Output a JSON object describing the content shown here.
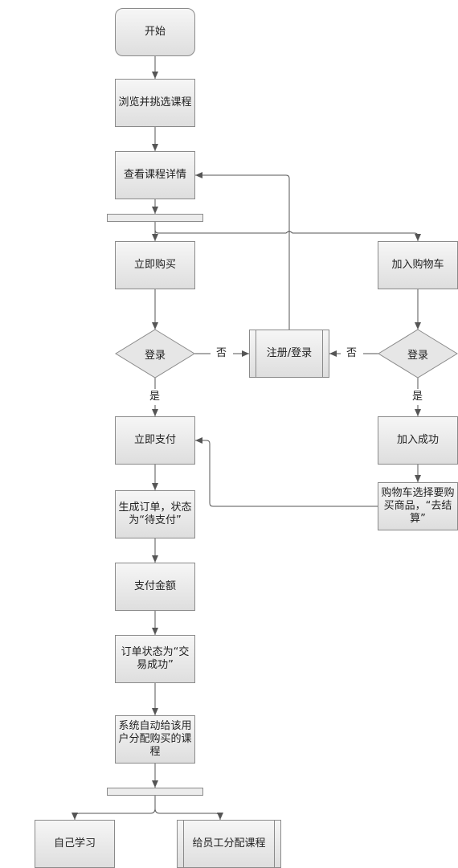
{
  "nodes": {
    "start": "开始",
    "browse": "浏览并挑选课程",
    "details": "查看课程详情",
    "buy_now": "立即购买",
    "add_cart": "加入购物车",
    "login_left": "登录",
    "register_login": "注册/登录",
    "login_right": "登录",
    "pay_now": "立即支付",
    "add_success": "加入成功",
    "cart_select": "购物车选择要购买商品，“去结算”",
    "create_order": "生成订单，状态为“待支付”",
    "pay_amount": "支付金额",
    "order_success": "订单状态为“交易成功”",
    "auto_assign": "系统自动给该用户分配购买的课程",
    "self_study": "自己学习",
    "assign_staff": "给员工分配课程"
  },
  "edge_labels": {
    "left_no": "否",
    "right_no": "否",
    "left_yes": "是",
    "right_yes": "是"
  },
  "colors": {
    "line": "#555555",
    "fill_top": "#f6f6f6",
    "fill_bottom": "#dedede",
    "border": "#8a8a8a"
  }
}
